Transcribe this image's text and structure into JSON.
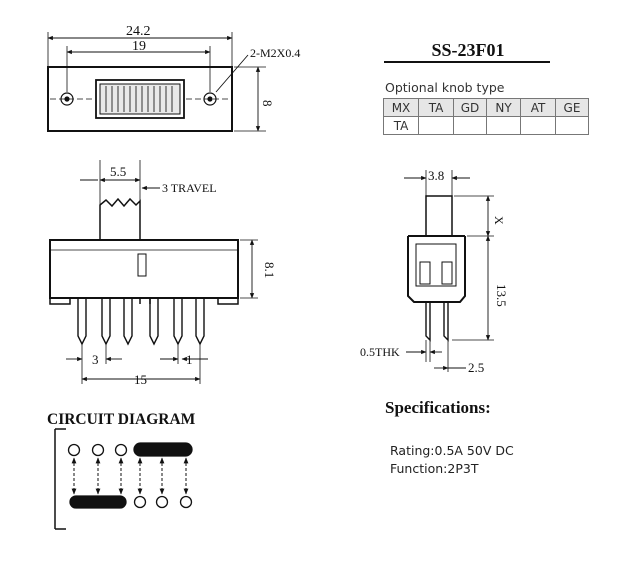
{
  "model": "SS-23F01",
  "knob": {
    "caption": "Optional knob type",
    "options": [
      "MX",
      "TA",
      "GD",
      "NY",
      "AT",
      "GE"
    ],
    "selected": [
      "TA",
      "",
      "",
      "",
      "",
      ""
    ]
  },
  "dimensions": {
    "top_overall": "24.2",
    "top_holes": "19",
    "screw": "2-M2X0.4",
    "top_height": "8",
    "knob_width": "5.5",
    "travel": "3 TRAVEL",
    "side_height": "8.1",
    "pin_spacing": "3",
    "pin_gap": "1",
    "pin_span": "15",
    "end_width": "3.8",
    "end_x": "X",
    "end_height": "13.5",
    "thickness": "0.5THK",
    "end_pin": "2.5"
  },
  "circuit": {
    "title": "CIRCUIT DIAGRAM"
  },
  "specs": {
    "title": "Specifications:",
    "rating": "Rating:0.5A 50V DC",
    "function": "Function:2P3T"
  }
}
